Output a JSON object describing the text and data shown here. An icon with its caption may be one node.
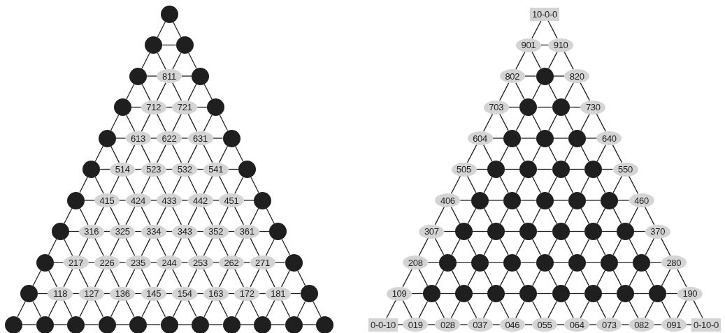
{
  "diagram": {
    "nodes": [
      {
        "text": [],
        "shape": "circle"
      },
      {
        "text": [],
        "shape": "circle"
      },
      {
        "text": [],
        "shape": "circle"
      },
      {
        "text": [],
        "shape": "circle"
      },
      {
        "text": [
          "811"
        ]
      },
      {
        "text": [],
        "shape": "circle"
      },
      {
        "text": [],
        "shape": "circle"
      },
      {
        "text": [
          "712"
        ]
      },
      {
        "text": [
          "721"
        ]
      },
      {
        "text": [],
        "shape": "circle"
      },
      {
        "text": [],
        "shape": "circle"
      },
      {
        "text": [
          "613"
        ]
      },
      {
        "text": [
          "622"
        ]
      },
      {
        "text": [
          "631"
        ]
      },
      {
        "text": [],
        "shape": "circle"
      },
      {
        "text": [],
        "shape": "circle"
      },
      {
        "text": [
          "514"
        ]
      },
      {
        "text": [
          "523"
        ]
      },
      {
        "text": [
          "532"
        ]
      },
      {
        "text": [
          "541"
        ]
      },
      {
        "text": [],
        "shape": "circle"
      },
      {
        "text": [],
        "shape": "circle"
      },
      {
        "text": [
          "415"
        ]
      },
      {
        "text": [
          "424"
        ]
      },
      {
        "text": [
          "433"
        ]
      },
      {
        "text": [
          "442"
        ]
      },
      {
        "text": [
          "451"
        ]
      },
      {
        "text": [],
        "shape": "circle"
      },
      {
        "text": [],
        "shape": "circle"
      },
      {
        "text": [
          "316"
        ]
      },
      {
        "text": [
          "325"
        ]
      },
      {
        "text": [
          "334"
        ]
      },
      {
        "text": [
          "343"
        ]
      },
      {
        "text": [
          "352"
        ]
      },
      {
        "text": [
          "361"
        ]
      },
      {
        "text": [],
        "shape": "circle"
      },
      {
        "text": [],
        "shape": "circle"
      },
      {
        "text": [
          "217"
        ]
      },
      {
        "text": [
          "226"
        ]
      },
      {
        "text": [
          "235"
        ]
      },
      {
        "text": [
          "244"
        ]
      },
      {
        "text": [
          "253"
        ]
      },
      {
        "text": [
          "262"
        ]
      },
      {
        "text": [
          "271"
        ]
      },
      {
        "text": [],
        "shape": "circle"
      },
      {
        "text": [],
        "shape": "circle"
      },
      {
        "text": [
          "118"
        ]
      },
      {
        "text": [
          "127"
        ]
      },
      {
        "text": [
          "136"
        ]
      },
      {
        "text": [
          "145"
        ]
      },
      {
        "text": [
          "154"
        ]
      },
      {
        "text": [
          "163"
        ]
      },
      {
        "text": [
          "172"
        ]
      },
      {
        "text": [
          "181"
        ]
      },
      {
        "text": [],
        "shape": "circle"
      },
      {
        "text": [],
        "shape": "circle"
      },
      {
        "text": [],
        "shape": "circle"
      },
      {
        "text": [],
        "shape": "circle"
      },
      {
        "text": [],
        "shape": "circle"
      },
      {
        "text": [],
        "shape": "circle"
      },
      {
        "text": [],
        "shape": "circle"
      },
      {
        "text": [],
        "shape": "circle"
      },
      {
        "text": [],
        "shape": "circle"
      },
      {
        "text": [],
        "shape": "circle"
      },
      {
        "text": [],
        "shape": "circle"
      },
      {
        "text": [],
        "shape": "circle"
      },
      {
        "text": [
          "10-0-0"
        ]
      },
      {
        "text": [
          "901"
        ]
      },
      {
        "text": [
          "910"
        ]
      },
      {
        "text": [
          "802"
        ]
      },
      {
        "text": [],
        "shape": "circle"
      },
      {
        "text": [
          "820"
        ]
      },
      {
        "text": [
          "703"
        ]
      },
      {
        "text": [],
        "shape": "circle"
      },
      {
        "text": [],
        "shape": "circle"
      },
      {
        "text": [
          "730"
        ]
      },
      {
        "text": [
          "604"
        ]
      },
      {
        "text": [],
        "shape": "circle"
      },
      {
        "text": [],
        "shape": "circle"
      },
      {
        "text": [],
        "shape": "circle"
      },
      {
        "text": [
          "640"
        ]
      },
      {
        "text": [
          "505"
        ]
      },
      {
        "text": [],
        "shape": "circle"
      },
      {
        "text": [],
        "shape": "circle"
      },
      {
        "text": [],
        "shape": "circle"
      },
      {
        "text": [],
        "shape": "circle"
      },
      {
        "text": [
          "550"
        ]
      },
      {
        "text": [
          "406"
        ]
      },
      {
        "text": [],
        "shape": "circle"
      },
      {
        "text": [],
        "shape": "circle"
      },
      {
        "text": [],
        "shape": "circle"
      },
      {
        "text": [],
        "shape": "circle"
      },
      {
        "text": [],
        "shape": "circle"
      },
      {
        "text": [
          "460"
        ]
      },
      {
        "text": [
          "307"
        ]
      },
      {
        "text": [],
        "shape": "circle"
      },
      {
        "text": [],
        "shape": "circle"
      },
      {
        "text": [],
        "shape": "circle"
      },
      {
        "text": [],
        "shape": "circle"
      },
      {
        "text": [],
        "shape": "circle"
      },
      {
        "text": [],
        "shape": "circle"
      },
      {
        "text": [
          "370"
        ]
      },
      {
        "text": [
          "208"
        ]
      },
      {
        "text": [],
        "shape": "circle"
      },
      {
        "text": [],
        "shape": "circle"
      },
      {
        "text": [],
        "shape": "circle"
      },
      {
        "text": [],
        "shape": "circle"
      },
      {
        "text": [],
        "shape": "circle"
      },
      {
        "text": [],
        "shape": "circle"
      },
      {
        "text": [],
        "shape": "circle"
      },
      {
        "text": [
          "280"
        ]
      },
      {
        "text": [
          "109"
        ]
      },
      {
        "text": [],
        "shape": "circle"
      },
      {
        "text": [],
        "shape": "circle"
      },
      {
        "text": [],
        "shape": "circle"
      },
      {
        "text": [],
        "shape": "circle"
      },
      {
        "text": [],
        "shape": "circle"
      },
      {
        "text": [],
        "shape": "circle"
      },
      {
        "text": [],
        "shape": "circle"
      },
      {
        "text": [],
        "shape": "circle"
      },
      {
        "text": [
          "190"
        ]
      },
      {
        "text": [
          "0-0-10"
        ]
      },
      {
        "text": [
          "019"
        ]
      },
      {
        "text": [
          "028"
        ]
      },
      {
        "text": [
          "037"
        ]
      },
      {
        "text": [
          "046"
        ]
      },
      {
        "text": [
          "055"
        ]
      },
      {
        "text": [
          "064"
        ]
      },
      {
        "text": [
          "073"
        ]
      },
      {
        "text": [
          "082"
        ]
      },
      {
        "text": [
          "091"
        ]
      },
      {
        "text": [
          "0-10-0"
        ]
      }
    ],
    "edges": [
      {
        "from": 0,
        "to": 1,
        "arrow": "none"
      },
      {
        "from": 0,
        "to": 2,
        "arrow": "none"
      },
      {
        "from": 1,
        "to": 2,
        "arrow": "none"
      },
      {
        "from": 1,
        "to": 3,
        "arrow": "none"
      },
      {
        "from": 1,
        "to": 4,
        "arrow": "none"
      },
      {
        "from": 2,
        "to": 4,
        "arrow": "none"
      },
      {
        "from": 2,
        "to": 5,
        "arrow": "none"
      },
      {
        "from": 3,
        "to": 4,
        "arrow": "none"
      },
      {
        "from": 3,
        "to": 6,
        "arrow": "none"
      },
      {
        "from": 3,
        "to": 7,
        "arrow": "none"
      },
      {
        "from": 4,
        "to": 5,
        "arrow": "none"
      },
      {
        "from": 4,
        "to": 7,
        "arrow": "none"
      },
      {
        "from": 4,
        "to": 8,
        "arrow": "none"
      },
      {
        "from": 5,
        "to": 8,
        "arrow": "none"
      },
      {
        "from": 5,
        "to": 9,
        "arrow": "none"
      },
      {
        "from": 6,
        "to": 7,
        "arrow": "none"
      },
      {
        "from": 6,
        "to": 10,
        "arrow": "none"
      },
      {
        "from": 6,
        "to": 11,
        "arrow": "none"
      },
      {
        "from": 7,
        "to": 8,
        "arrow": "none"
      },
      {
        "from": 7,
        "to": 11,
        "arrow": "none"
      },
      {
        "from": 7,
        "to": 12,
        "arrow": "none"
      },
      {
        "from": 8,
        "to": 9,
        "arrow": "none"
      },
      {
        "from": 8,
        "to": 12,
        "arrow": "none"
      },
      {
        "from": 8,
        "to": 13,
        "arrow": "none"
      },
      {
        "from": 9,
        "to": 13,
        "arrow": "none"
      },
      {
        "from": 9,
        "to": 14,
        "arrow": "none"
      },
      {
        "from": 10,
        "to": 11,
        "arrow": "none"
      },
      {
        "from": 10,
        "to": 15,
        "arrow": "none"
      },
      {
        "from": 10,
        "to": 16,
        "arrow": "none"
      },
      {
        "from": 11,
        "to": 12,
        "arrow": "none"
      },
      {
        "from": 11,
        "to": 16,
        "arrow": "none"
      },
      {
        "from": 11,
        "to": 17,
        "arrow": "none"
      },
      {
        "from": 12,
        "to": 13,
        "arrow": "none"
      },
      {
        "from": 12,
        "to": 17,
        "arrow": "none"
      },
      {
        "from": 12,
        "to": 18,
        "arrow": "none"
      },
      {
        "from": 13,
        "to": 14,
        "arrow": "none"
      },
      {
        "from": 13,
        "to": 18,
        "arrow": "none"
      },
      {
        "from": 13,
        "to": 19,
        "arrow": "none"
      },
      {
        "from": 14,
        "to": 19,
        "arrow": "none"
      },
      {
        "from": 14,
        "to": 20,
        "arrow": "none"
      },
      {
        "from": 15,
        "to": 16,
        "arrow": "none"
      },
      {
        "from": 15,
        "to": 21,
        "arrow": "none"
      },
      {
        "from": 15,
        "to": 22,
        "arrow": "none"
      },
      {
        "from": 16,
        "to": 17,
        "arrow": "none"
      },
      {
        "from": 16,
        "to": 22,
        "arrow": "none"
      },
      {
        "from": 16,
        "to": 23,
        "arrow": "none"
      },
      {
        "from": 17,
        "to": 18,
        "arrow": "none"
      },
      {
        "from": 17,
        "to": 23,
        "arrow": "none"
      },
      {
        "from": 17,
        "to": 24,
        "arrow": "none"
      },
      {
        "from": 18,
        "to": 19,
        "arrow": "none"
      },
      {
        "from": 18,
        "to": 24,
        "arrow": "none"
      },
      {
        "from": 18,
        "to": 25,
        "arrow": "none"
      },
      {
        "from": 19,
        "to": 20,
        "arrow": "none"
      },
      {
        "from": 19,
        "to": 25,
        "arrow": "none"
      },
      {
        "from": 19,
        "to": 26,
        "arrow": "none"
      },
      {
        "from": 20,
        "to": 26,
        "arrow": "none"
      },
      {
        "from": 20,
        "to": 27,
        "arrow": "none"
      },
      {
        "from": 21,
        "to": 22,
        "arrow": "none"
      },
      {
        "from": 21,
        "to": 28,
        "arrow": "none"
      },
      {
        "from": 21,
        "to": 29,
        "arrow": "none"
      },
      {
        "from": 22,
        "to": 23,
        "arrow": "none"
      },
      {
        "from": 22,
        "to": 29,
        "arrow": "none"
      },
      {
        "from": 22,
        "to": 30,
        "arrow": "none"
      },
      {
        "from": 23,
        "to": 24,
        "arrow": "none"
      },
      {
        "from": 23,
        "to": 30,
        "arrow": "none"
      },
      {
        "from": 23,
        "to": 31,
        "arrow": "none"
      },
      {
        "from": 24,
        "to": 25,
        "arrow": "none"
      },
      {
        "from": 24,
        "to": 31,
        "arrow": "none"
      },
      {
        "from": 24,
        "to": 32,
        "arrow": "none"
      },
      {
        "from": 25,
        "to": 26,
        "arrow": "none"
      },
      {
        "from": 25,
        "to": 32,
        "arrow": "none"
      },
      {
        "from": 25,
        "to": 33,
        "arrow": "none"
      },
      {
        "from": 26,
        "to": 27,
        "arrow": "none"
      },
      {
        "from": 26,
        "to": 33,
        "arrow": "none"
      },
      {
        "from": 26,
        "to": 34,
        "arrow": "none"
      },
      {
        "from": 27,
        "to": 34,
        "arrow": "none"
      },
      {
        "from": 27,
        "to": 35,
        "arrow": "none"
      },
      {
        "from": 28,
        "to": 29,
        "arrow": "none"
      },
      {
        "from": 28,
        "to": 36,
        "arrow": "none"
      },
      {
        "from": 28,
        "to": 37,
        "arrow": "none"
      },
      {
        "from": 29,
        "to": 30,
        "arrow": "none"
      },
      {
        "from": 29,
        "to": 37,
        "arrow": "none"
      },
      {
        "from": 29,
        "to": 38,
        "arrow": "none"
      },
      {
        "from": 30,
        "to": 31,
        "arrow": "none"
      },
      {
        "from": 30,
        "to": 38,
        "arrow": "none"
      },
      {
        "from": 30,
        "to": 39,
        "arrow": "none"
      },
      {
        "from": 31,
        "to": 32,
        "arrow": "none"
      },
      {
        "from": 31,
        "to": 39,
        "arrow": "none"
      },
      {
        "from": 31,
        "to": 40,
        "arrow": "none"
      },
      {
        "from": 32,
        "to": 33,
        "arrow": "none"
      },
      {
        "from": 32,
        "to": 40,
        "arrow": "none"
      },
      {
        "from": 32,
        "to": 41,
        "arrow": "none"
      },
      {
        "from": 33,
        "to": 34,
        "arrow": "none"
      },
      {
        "from": 33,
        "to": 41,
        "arrow": "none"
      },
      {
        "from": 33,
        "to": 42,
        "arrow": "none"
      },
      {
        "from": 34,
        "to": 35,
        "arrow": "none"
      },
      {
        "from": 34,
        "to": 42,
        "arrow": "none"
      },
      {
        "from": 34,
        "to": 43,
        "arrow": "none"
      },
      {
        "from": 35,
        "to": 43,
        "arrow": "none"
      },
      {
        "from": 35,
        "to": 44,
        "arrow": "none"
      },
      {
        "from": 36,
        "to": 37,
        "arrow": "none"
      },
      {
        "from": 36,
        "to": 45,
        "arrow": "none"
      },
      {
        "from": 36,
        "to": 46,
        "arrow": "none"
      },
      {
        "from": 37,
        "to": 38,
        "arrow": "none"
      },
      {
        "from": 37,
        "to": 46,
        "arrow": "none"
      },
      {
        "from": 37,
        "to": 47,
        "arrow": "none"
      },
      {
        "from": 38,
        "to": 39,
        "arrow": "none"
      },
      {
        "from": 38,
        "to": 47,
        "arrow": "none"
      },
      {
        "from": 38,
        "to": 48,
        "arrow": "none"
      },
      {
        "from": 39,
        "to": 40,
        "arrow": "none"
      },
      {
        "from": 39,
        "to": 48,
        "arrow": "none"
      },
      {
        "from": 39,
        "to": 49,
        "arrow": "none"
      },
      {
        "from": 40,
        "to": 41,
        "arrow": "none"
      },
      {
        "from": 40,
        "to": 49,
        "arrow": "none"
      },
      {
        "from": 40,
        "to": 50,
        "arrow": "none"
      },
      {
        "from": 41,
        "to": 42,
        "arrow": "none"
      },
      {
        "from": 41,
        "to": 50,
        "arrow": "none"
      },
      {
        "from": 41,
        "to": 51,
        "arrow": "none"
      },
      {
        "from": 42,
        "to": 43,
        "arrow": "none"
      },
      {
        "from": 42,
        "to": 51,
        "arrow": "none"
      },
      {
        "from": 42,
        "to": 52,
        "arrow": "none"
      },
      {
        "from": 43,
        "to": 44,
        "arrow": "none"
      },
      {
        "from": 43,
        "to": 52,
        "arrow": "none"
      },
      {
        "from": 43,
        "to": 53,
        "arrow": "none"
      },
      {
        "from": 44,
        "to": 53,
        "arrow": "none"
      },
      {
        "from": 44,
        "to": 54,
        "arrow": "none"
      },
      {
        "from": 45,
        "to": 46,
        "arrow": "none"
      },
      {
        "from": 45,
        "to": 55,
        "arrow": "none"
      },
      {
        "from": 45,
        "to": 56,
        "arrow": "none"
      },
      {
        "from": 46,
        "to": 47,
        "arrow": "none"
      },
      {
        "from": 46,
        "to": 56,
        "arrow": "none"
      },
      {
        "from": 46,
        "to": 57,
        "arrow": "none"
      },
      {
        "from": 47,
        "to": 48,
        "arrow": "none"
      },
      {
        "from": 47,
        "to": 57,
        "arrow": "none"
      },
      {
        "from": 47,
        "to": 58,
        "arrow": "none"
      },
      {
        "from": 48,
        "to": 49,
        "arrow": "none"
      },
      {
        "from": 48,
        "to": 58,
        "arrow": "none"
      },
      {
        "from": 48,
        "to": 59,
        "arrow": "none"
      },
      {
        "from": 49,
        "to": 50,
        "arrow": "none"
      },
      {
        "from": 49,
        "to": 59,
        "arrow": "none"
      },
      {
        "from": 49,
        "to": 60,
        "arrow": "none"
      },
      {
        "from": 50,
        "to": 51,
        "arrow": "none"
      },
      {
        "from": 50,
        "to": 60,
        "arrow": "none"
      },
      {
        "from": 50,
        "to": 61,
        "arrow": "none"
      },
      {
        "from": 51,
        "to": 52,
        "arrow": "none"
      },
      {
        "from": 51,
        "to": 61,
        "arrow": "none"
      },
      {
        "from": 51,
        "to": 62,
        "arrow": "none"
      },
      {
        "from": 52,
        "to": 53,
        "arrow": "none"
      },
      {
        "from": 52,
        "to": 62,
        "arrow": "none"
      },
      {
        "from": 52,
        "to": 63,
        "arrow": "none"
      },
      {
        "from": 53,
        "to": 54,
        "arrow": "none"
      },
      {
        "from": 53,
        "to": 63,
        "arrow": "none"
      },
      {
        "from": 53,
        "to": 64,
        "arrow": "none"
      },
      {
        "from": 54,
        "to": 64,
        "arrow": "none"
      },
      {
        "from": 54,
        "to": 65,
        "arrow": "none"
      },
      {
        "from": 55,
        "to": 56,
        "arrow": "none"
      },
      {
        "from": 56,
        "to": 57,
        "arrow": "none"
      },
      {
        "from": 57,
        "to": 58,
        "arrow": "none"
      },
      {
        "from": 58,
        "to": 59,
        "arrow": "none"
      },
      {
        "from": 59,
        "to": 60,
        "arrow": "none"
      },
      {
        "from": 60,
        "to": 61,
        "arrow": "none"
      },
      {
        "from": 61,
        "to": 62,
        "arrow": "none"
      },
      {
        "from": 62,
        "to": 63,
        "arrow": "none"
      },
      {
        "from": 63,
        "to": 64,
        "arrow": "none"
      },
      {
        "from": 64,
        "to": 65,
        "arrow": "none"
      },
      {
        "from": 66,
        "to": 67,
        "arrow": "none"
      },
      {
        "from": 66,
        "to": 68,
        "arrow": "none"
      },
      {
        "from": 67,
        "to": 68,
        "arrow": "none"
      },
      {
        "from": 67,
        "to": 69,
        "arrow": "none"
      },
      {
        "from": 67,
        "to": 70,
        "arrow": "none"
      },
      {
        "from": 68,
        "to": 70,
        "arrow": "none"
      },
      {
        "from": 68,
        "to": 71,
        "arrow": "none"
      },
      {
        "from": 69,
        "to": 70,
        "arrow": "none"
      },
      {
        "from": 69,
        "to": 72,
        "arrow": "none"
      },
      {
        "from": 69,
        "to": 73,
        "arrow": "none"
      },
      {
        "from": 70,
        "to": 71,
        "arrow": "none"
      },
      {
        "from": 70,
        "to": 73,
        "arrow": "none"
      },
      {
        "from": 70,
        "to": 74,
        "arrow": "none"
      },
      {
        "from": 71,
        "to": 74,
        "arrow": "none"
      },
      {
        "from": 71,
        "to": 75,
        "arrow": "none"
      },
      {
        "from": 72,
        "to": 73,
        "arrow": "none"
      },
      {
        "from": 72,
        "to": 76,
        "arrow": "none"
      },
      {
        "from": 72,
        "to": 77,
        "arrow": "none"
      },
      {
        "from": 73,
        "to": 74,
        "arrow": "none"
      },
      {
        "from": 73,
        "to": 77,
        "arrow": "none"
      },
      {
        "from": 73,
        "to": 78,
        "arrow": "none"
      },
      {
        "from": 74,
        "to": 75,
        "arrow": "none"
      },
      {
        "from": 74,
        "to": 78,
        "arrow": "none"
      },
      {
        "from": 74,
        "to": 79,
        "arrow": "none"
      },
      {
        "from": 75,
        "to": 79,
        "arrow": "none"
      },
      {
        "from": 75,
        "to": 80,
        "arrow": "none"
      },
      {
        "from": 76,
        "to": 77,
        "arrow": "none"
      },
      {
        "from": 76,
        "to": 81,
        "arrow": "none"
      },
      {
        "from": 76,
        "to": 82,
        "arrow": "none"
      },
      {
        "from": 77,
        "to": 78,
        "arrow": "none"
      },
      {
        "from": 77,
        "to": 82,
        "arrow": "none"
      },
      {
        "from": 77,
        "to": 83,
        "arrow": "none"
      },
      {
        "from": 78,
        "to": 79,
        "arrow": "none"
      },
      {
        "from": 78,
        "to": 83,
        "arrow": "none"
      },
      {
        "from": 78,
        "to": 84,
        "arrow": "none"
      },
      {
        "from": 79,
        "to": 80,
        "arrow": "none"
      },
      {
        "from": 79,
        "to": 84,
        "arrow": "none"
      },
      {
        "from": 79,
        "to": 85,
        "arrow": "none"
      },
      {
        "from": 80,
        "to": 85,
        "arrow": "none"
      },
      {
        "from": 80,
        "to": 86,
        "arrow": "none"
      },
      {
        "from": 81,
        "to": 82,
        "arrow": "none"
      },
      {
        "from": 81,
        "to": 87,
        "arrow": "none"
      },
      {
        "from": 81,
        "to": 88,
        "arrow": "none"
      },
      {
        "from": 82,
        "to": 83,
        "arrow": "none"
      },
      {
        "from": 82,
        "to": 88,
        "arrow": "none"
      },
      {
        "from": 82,
        "to": 89,
        "arrow": "none"
      },
      {
        "from": 83,
        "to": 84,
        "arrow": "none"
      },
      {
        "from": 83,
        "to": 89,
        "arrow": "none"
      },
      {
        "from": 83,
        "to": 90,
        "arrow": "none"
      },
      {
        "from": 84,
        "to": 85,
        "arrow": "none"
      },
      {
        "from": 84,
        "to": 90,
        "arrow": "none"
      },
      {
        "from": 84,
        "to": 91,
        "arrow": "none"
      },
      {
        "from": 85,
        "to": 86,
        "arrow": "none"
      },
      {
        "from": 85,
        "to": 91,
        "arrow": "none"
      },
      {
        "from": 85,
        "to": 92,
        "arrow": "none"
      },
      {
        "from": 86,
        "to": 92,
        "arrow": "none"
      },
      {
        "from": 86,
        "to": 93,
        "arrow": "none"
      },
      {
        "from": 87,
        "to": 88,
        "arrow": "none"
      },
      {
        "from": 87,
        "to": 94,
        "arrow": "none"
      },
      {
        "from": 87,
        "to": 95,
        "arrow": "none"
      },
      {
        "from": 88,
        "to": 89,
        "arrow": "none"
      },
      {
        "from": 88,
        "to": 95,
        "arrow": "none"
      },
      {
        "from": 88,
        "to": 96,
        "arrow": "none"
      },
      {
        "from": 89,
        "to": 90,
        "arrow": "none"
      },
      {
        "from": 89,
        "to": 96,
        "arrow": "none"
      },
      {
        "from": 89,
        "to": 97,
        "arrow": "none"
      },
      {
        "from": 90,
        "to": 91,
        "arrow": "none"
      },
      {
        "from": 90,
        "to": 97,
        "arrow": "none"
      },
      {
        "from": 90,
        "to": 98,
        "arrow": "none"
      },
      {
        "from": 91,
        "to": 92,
        "arrow": "none"
      },
      {
        "from": 91,
        "to": 98,
        "arrow": "none"
      },
      {
        "from": 91,
        "to": 99,
        "arrow": "none"
      },
      {
        "from": 92,
        "to": 93,
        "arrow": "none"
      },
      {
        "from": 92,
        "to": 99,
        "arrow": "none"
      },
      {
        "from": 92,
        "to": 100,
        "arrow": "none"
      },
      {
        "from": 93,
        "to": 100,
        "arrow": "none"
      },
      {
        "from": 93,
        "to": 101,
        "arrow": "none"
      },
      {
        "from": 94,
        "to": 95,
        "arrow": "none"
      },
      {
        "from": 94,
        "to": 102,
        "arrow": "none"
      },
      {
        "from": 94,
        "to": 103,
        "arrow": "none"
      },
      {
        "from": 95,
        "to": 96,
        "arrow": "none"
      },
      {
        "from": 95,
        "to": 103,
        "arrow": "none"
      },
      {
        "from": 95,
        "to": 104,
        "arrow": "none"
      },
      {
        "from": 96,
        "to": 97,
        "arrow": "none"
      },
      {
        "from": 96,
        "to": 104,
        "arrow": "none"
      },
      {
        "from": 96,
        "to": 105,
        "arrow": "none"
      },
      {
        "from": 97,
        "to": 98,
        "arrow": "none"
      },
      {
        "from": 97,
        "to": 105,
        "arrow": "none"
      },
      {
        "from": 97,
        "to": 106,
        "arrow": "none"
      },
      {
        "from": 98,
        "to": 99,
        "arrow": "none"
      },
      {
        "from": 98,
        "to": 106,
        "arrow": "none"
      },
      {
        "from": 98,
        "to": 107,
        "arrow": "none"
      },
      {
        "from": 99,
        "to": 100,
        "arrow": "none"
      },
      {
        "from": 99,
        "to": 107,
        "arrow": "none"
      },
      {
        "from": 99,
        "to": 108,
        "arrow": "none"
      },
      {
        "from": 100,
        "to": 101,
        "arrow": "none"
      },
      {
        "from": 100,
        "to": 108,
        "arrow": "none"
      },
      {
        "from": 100,
        "to": 109,
        "arrow": "none"
      },
      {
        "from": 101,
        "to": 109,
        "arrow": "none"
      },
      {
        "from": 101,
        "to": 110,
        "arrow": "none"
      },
      {
        "from": 102,
        "to": 103,
        "arrow": "none"
      },
      {
        "from": 102,
        "to": 111,
        "arrow": "none"
      },
      {
        "from": 102,
        "to": 112,
        "arrow": "none"
      },
      {
        "from": 103,
        "to": 104,
        "arrow": "none"
      },
      {
        "from": 103,
        "to": 112,
        "arrow": "none"
      },
      {
        "from": 103,
        "to": 113,
        "arrow": "none"
      },
      {
        "from": 104,
        "to": 105,
        "arrow": "none"
      },
      {
        "from": 104,
        "to": 113,
        "arrow": "none"
      },
      {
        "from": 104,
        "to": 114,
        "arrow": "none"
      },
      {
        "from": 105,
        "to": 106,
        "arrow": "none"
      },
      {
        "from": 105,
        "to": 114,
        "arrow": "none"
      },
      {
        "from": 105,
        "to": 115,
        "arrow": "none"
      },
      {
        "from": 106,
        "to": 107,
        "arrow": "none"
      },
      {
        "from": 106,
        "to": 115,
        "arrow": "none"
      },
      {
        "from": 106,
        "to": 116,
        "arrow": "none"
      },
      {
        "from": 107,
        "to": 108,
        "arrow": "none"
      },
      {
        "from": 107,
        "to": 116,
        "arrow": "none"
      },
      {
        "from": 107,
        "to": 117,
        "arrow": "none"
      },
      {
        "from": 108,
        "to": 109,
        "arrow": "none"
      },
      {
        "from": 108,
        "to": 117,
        "arrow": "none"
      },
      {
        "from": 108,
        "to": 118,
        "arrow": "none"
      },
      {
        "from": 109,
        "to": 110,
        "arrow": "none"
      },
      {
        "from": 109,
        "to": 118,
        "arrow": "none"
      },
      {
        "from": 109,
        "to": 119,
        "arrow": "none"
      },
      {
        "from": 110,
        "to": 119,
        "arrow": "none"
      },
      {
        "from": 110,
        "to": 120,
        "arrow": "none"
      },
      {
        "from": 111,
        "to": 112,
        "arrow": "none"
      },
      {
        "from": 111,
        "to": 121,
        "arrow": "none"
      },
      {
        "from": 111,
        "to": 122,
        "arrow": "none"
      },
      {
        "from": 112,
        "to": 113,
        "arrow": "none"
      },
      {
        "from": 112,
        "to": 122,
        "arrow": "none"
      },
      {
        "from": 112,
        "to": 123,
        "arrow": "none"
      },
      {
        "from": 113,
        "to": 114,
        "arrow": "none"
      },
      {
        "from": 113,
        "to": 123,
        "arrow": "none"
      },
      {
        "from": 113,
        "to": 124,
        "arrow": "none"
      },
      {
        "from": 114,
        "to": 115,
        "arrow": "none"
      },
      {
        "from": 114,
        "to": 124,
        "arrow": "none"
      },
      {
        "from": 114,
        "to": 125,
        "arrow": "none"
      },
      {
        "from": 115,
        "to": 116,
        "arrow": "none"
      },
      {
        "from": 115,
        "to": 125,
        "arrow": "none"
      },
      {
        "from": 115,
        "to": 126,
        "arrow": "none"
      },
      {
        "from": 116,
        "to": 117,
        "arrow": "none"
      },
      {
        "from": 116,
        "to": 126,
        "arrow": "none"
      },
      {
        "from": 116,
        "to": 127,
        "arrow": "none"
      },
      {
        "from": 117,
        "to": 118,
        "arrow": "none"
      },
      {
        "from": 117,
        "to": 127,
        "arrow": "none"
      },
      {
        "from": 117,
        "to": 128,
        "arrow": "none"
      },
      {
        "from": 118,
        "to": 119,
        "arrow": "none"
      },
      {
        "from": 118,
        "to": 128,
        "arrow": "none"
      },
      {
        "from": 118,
        "to": 129,
        "arrow": "none"
      },
      {
        "from": 119,
        "to": 120,
        "arrow": "none"
      },
      {
        "from": 119,
        "to": 129,
        "arrow": "none"
      },
      {
        "from": 119,
        "to": 130,
        "arrow": "none"
      },
      {
        "from": 120,
        "to": 130,
        "arrow": "none"
      },
      {
        "from": 120,
        "to": 131,
        "arrow": "none"
      },
      {
        "from": 121,
        "to": 122,
        "arrow": "none"
      },
      {
        "from": 122,
        "to": 123,
        "arrow": "none"
      },
      {
        "from": 123,
        "to": 124,
        "arrow": "none"
      },
      {
        "from": 124,
        "to": 125,
        "arrow": "none"
      },
      {
        "from": 125,
        "to": 126,
        "arrow": "none"
      },
      {
        "from": 126,
        "to": 127,
        "arrow": "none"
      },
      {
        "from": 127,
        "to": 128,
        "arrow": "none"
      },
      {
        "from": 128,
        "to": 129,
        "arrow": "none"
      },
      {
        "from": 129,
        "to": 130,
        "arrow": "none"
      },
      {
        "from": 130,
        "to": 131,
        "arrow": "none"
      }
    ]
  }
}
